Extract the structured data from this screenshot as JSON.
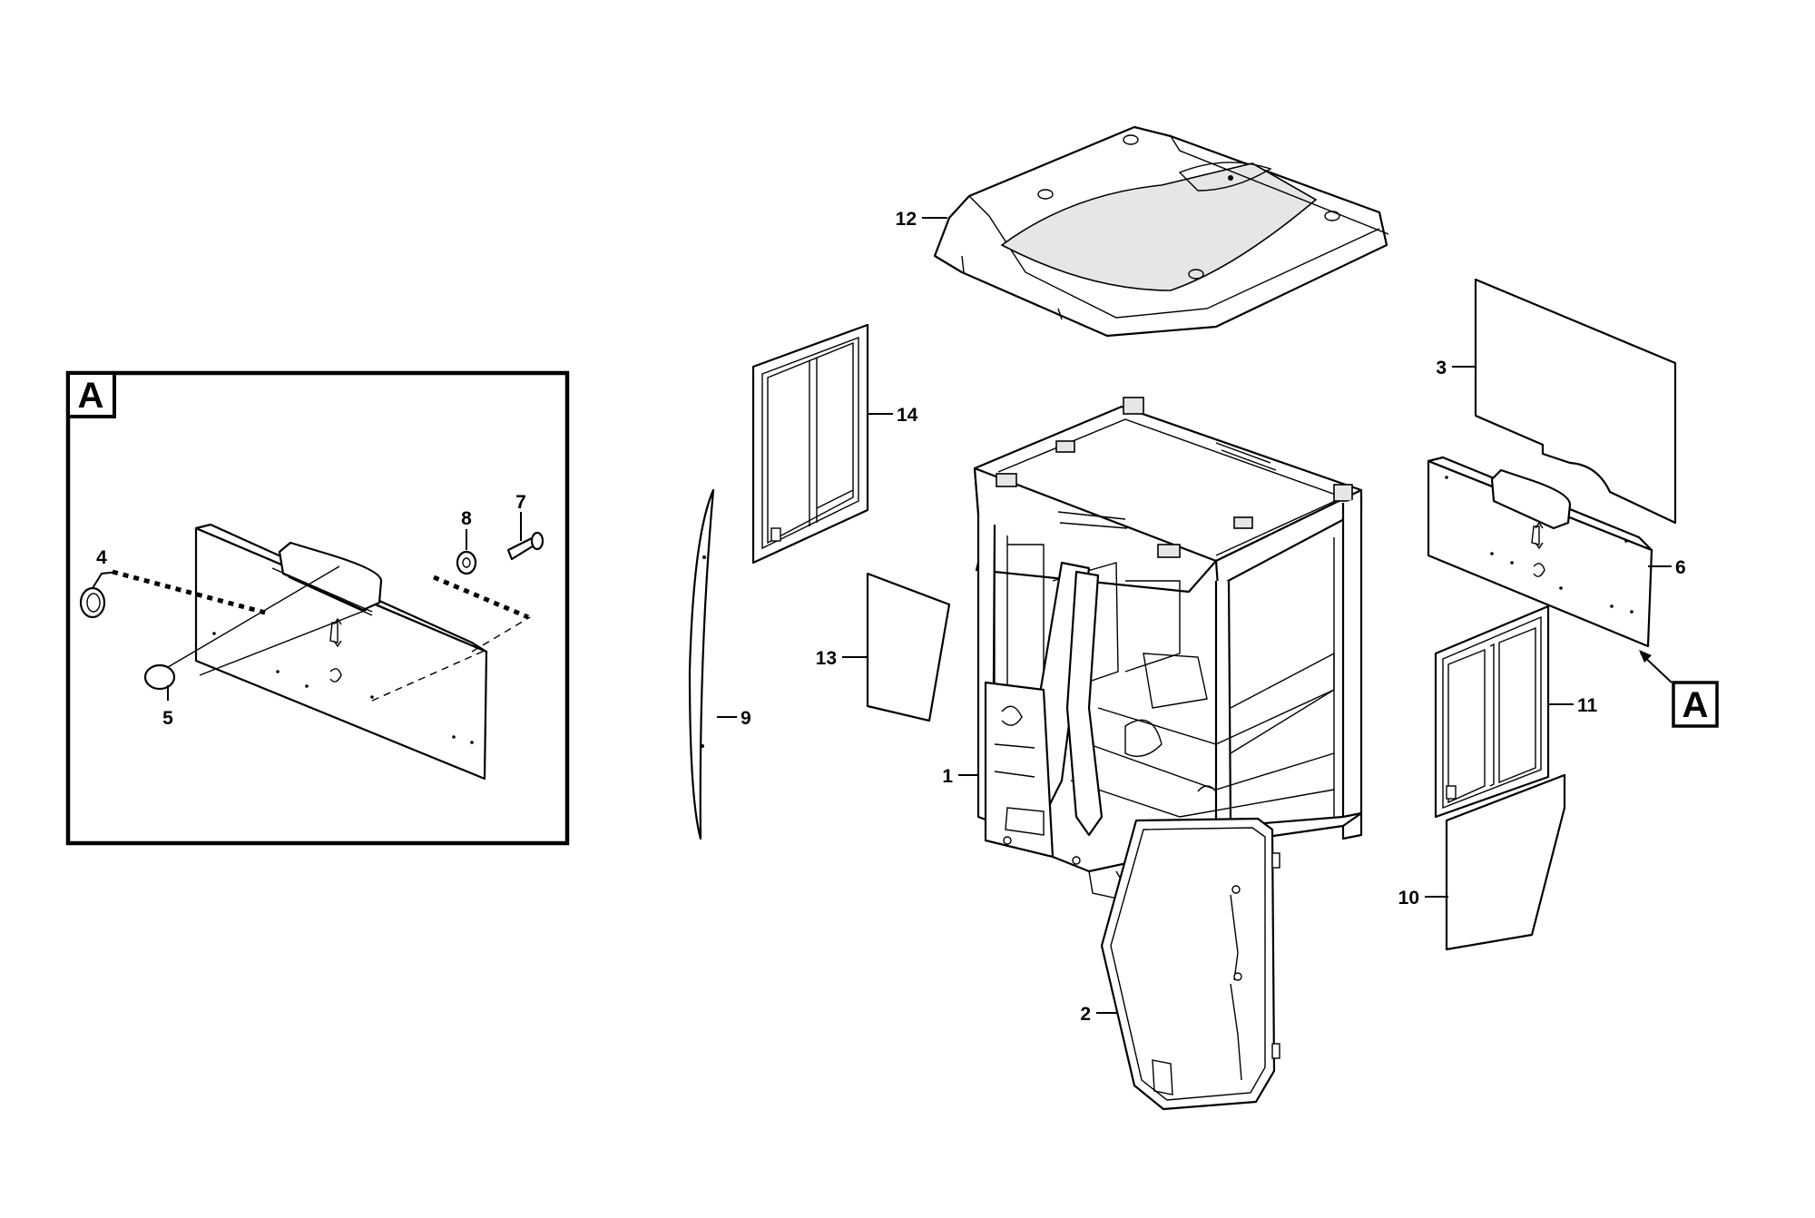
{
  "detail_tag": "A",
  "callouts": {
    "p1": "1",
    "p2": "2",
    "p3": "3",
    "p4": "4",
    "p5": "5",
    "p6": "6",
    "p7": "7",
    "p8": "8",
    "p9": "9",
    "p10": "10",
    "p11": "11",
    "p12": "12",
    "p13": "13",
    "p14": "14"
  }
}
